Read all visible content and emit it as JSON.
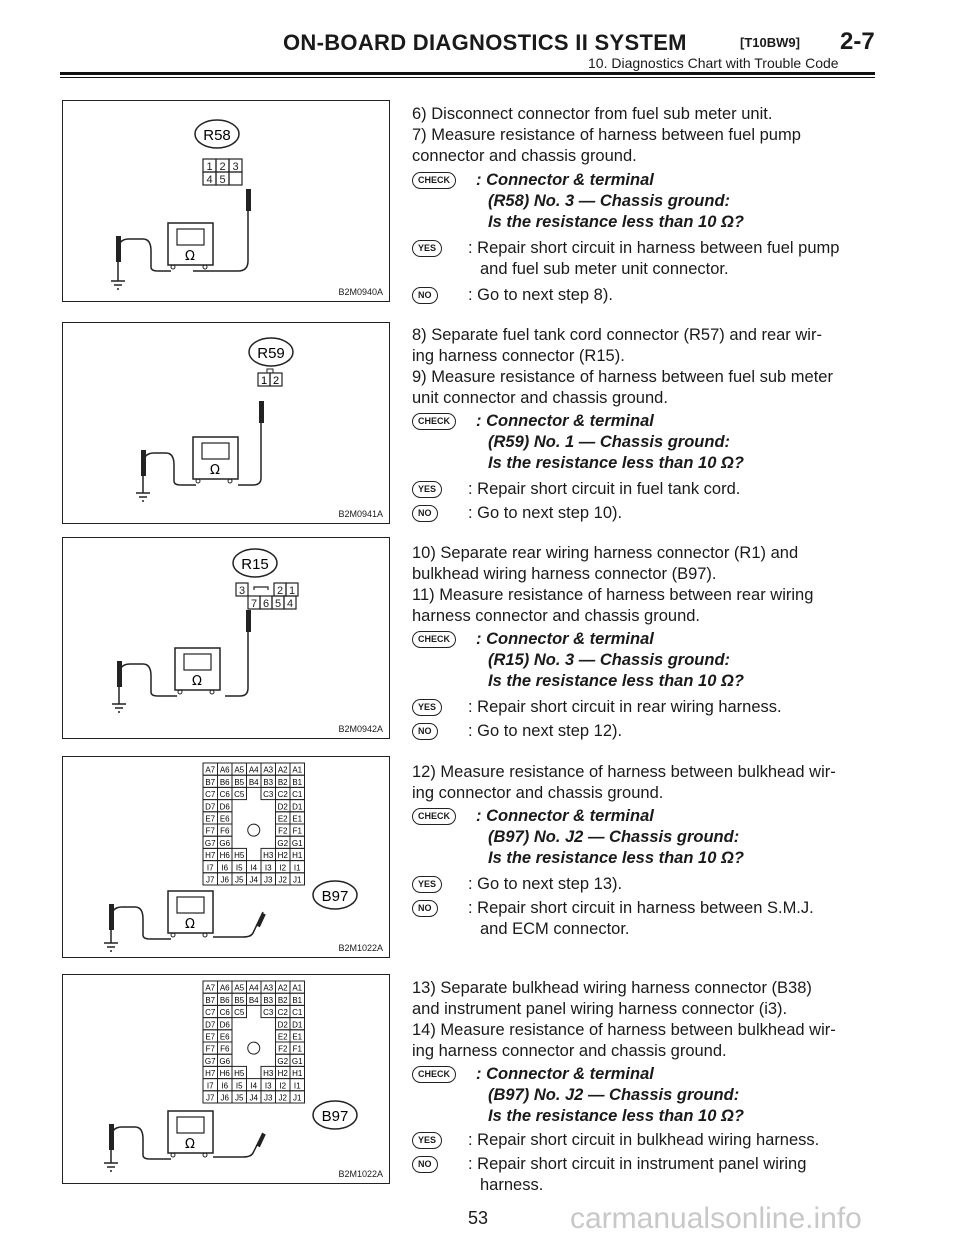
{
  "header": {
    "title": "ON-BOARD DIAGNOSTICS II SYSTEM",
    "code": "[T10BW9]",
    "page": "2-7",
    "subtitle": "10. Diagnostics Chart with Trouble Code"
  },
  "figures": [
    {
      "connector": "R58",
      "code": "B2M0940A",
      "pins": [
        "1",
        "2",
        "3",
        "4",
        "5"
      ]
    },
    {
      "connector": "R59",
      "code": "B2M0941A",
      "pins": [
        "1",
        "2"
      ]
    },
    {
      "connector": "R15",
      "code": "B2M0942A",
      "pins": [
        "3",
        "2",
        "1",
        "7",
        "6",
        "5",
        "4"
      ]
    },
    {
      "connector": "B97",
      "code": "B2M1022A"
    },
    {
      "connector": "B97",
      "code": "B2M1022A"
    }
  ],
  "b97_grid": {
    "rows": [
      [
        "A7",
        "A6",
        "A5",
        "A4",
        "A3",
        "A2",
        "A1"
      ],
      [
        "B7",
        "B6",
        "B5",
        "B4",
        "B3",
        "B2",
        "B1"
      ],
      [
        "C7",
        "C6",
        "C5",
        "",
        "C3",
        "C2",
        "C1"
      ],
      [
        "D7",
        "D6",
        "",
        "",
        "",
        "D2",
        "D1"
      ],
      [
        "E7",
        "E6",
        "",
        "",
        "",
        "E2",
        "E1"
      ],
      [
        "F7",
        "F6",
        "",
        "",
        "",
        "F2",
        "F1"
      ],
      [
        "G7",
        "G6",
        "",
        "",
        "",
        "G2",
        "G1"
      ],
      [
        "H7",
        "H6",
        "H5",
        "",
        "H3",
        "H2",
        "H1"
      ],
      [
        "I7",
        "I6",
        "I5",
        "I4",
        "I3",
        "I2",
        "I1"
      ],
      [
        "J7",
        "J6",
        "J5",
        "J4",
        "J3",
        "J2",
        "J1"
      ]
    ]
  },
  "badges": {
    "check": "CHECK",
    "yes": "YES",
    "no": "NO"
  },
  "steps": {
    "s6": "6) Disconnect connector from fuel sub meter unit.",
    "s7a": "7) Measure resistance of harness between fuel pump",
    "s7b": "connector and chassis ground.",
    "c1a": ": Connector & terminal",
    "c1b": "(R58) No. 3 — Chassis ground:",
    "c1c": "Is the resistance less than 10 Ω?",
    "y1a": ": Repair short circuit in harness between fuel pump",
    "y1b": "and fuel sub meter unit connector.",
    "n1": ": Go to next step 8).",
    "s8a": "8) Separate fuel tank cord connector (R57) and rear wir-",
    "s8b": "ing harness connector (R15).",
    "s9a": "9) Measure resistance of harness between fuel sub meter",
    "s9b": "unit connector and chassis ground.",
    "c2a": ": Connector & terminal",
    "c2b": "(R59) No. 1 — Chassis ground:",
    "c2c": "Is the resistance less than 10 Ω?",
    "y2": ": Repair short circuit in fuel tank cord.",
    "n2": ": Go to next step 10).",
    "s10a": "10) Separate rear wiring harness connector (R1) and",
    "s10b": "bulkhead wiring harness connector (B97).",
    "s11a": "11) Measure resistance of harness between rear wiring",
    "s11b": "harness connector and chassis ground.",
    "c3a": ": Connector & terminal",
    "c3b": "(R15) No. 3 — Chassis ground:",
    "c3c": "Is the resistance less than 10 Ω?",
    "y3": ": Repair short circuit in rear wiring harness.",
    "n3": ": Go to next step 12).",
    "s12a": "12) Measure resistance of harness between bulkhead wir-",
    "s12b": "ing connector and chassis ground.",
    "c4a": ": Connector & terminal",
    "c4b": "(B97) No. J2 — Chassis ground:",
    "c4c": "Is the resistance less than 10 Ω?",
    "y4": ": Go to next step 13).",
    "n4a": ": Repair short circuit in harness between S.M.J.",
    "n4b": "and ECM connector.",
    "s13a": "13) Separate bulkhead wiring harness connector (B38)",
    "s13b": "and instrument panel wiring harness connector (i3).",
    "s14a": "14) Measure resistance of harness between bulkhead wir-",
    "s14b": "ing harness connector and chassis ground.",
    "c5a": ": Connector & terminal",
    "c5b": "(B97) No. J2 — Chassis ground:",
    "c5c": "Is the resistance less than 10 Ω?",
    "y5": ": Repair short circuit in bulkhead wiring harness.",
    "n5a": ": Repair short circuit in instrument panel wiring",
    "n5b": "harness."
  },
  "page_number": "53",
  "watermark": "carmanualsonline.info"
}
